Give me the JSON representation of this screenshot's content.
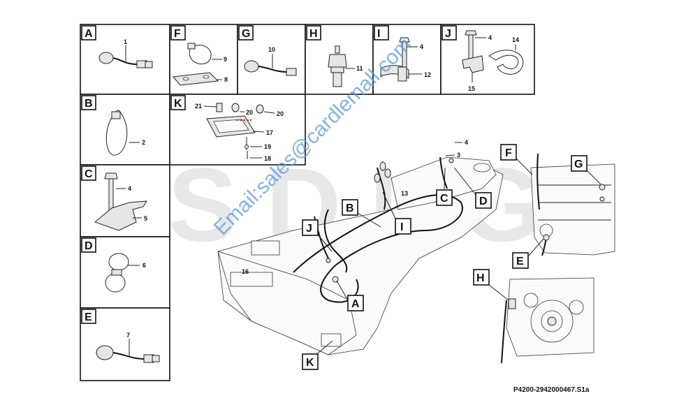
{
  "brand_watermark": "SDLG",
  "watermark_text": "Email:sales@cardlemall.com",
  "footer_code": "P4200-2942000467.S1a",
  "panels": [
    {
      "letter": "A",
      "labels": [
        "1"
      ]
    },
    {
      "letter": "F",
      "labels": [
        "9",
        "8"
      ]
    },
    {
      "letter": "G",
      "labels": [
        "10"
      ]
    },
    {
      "letter": "H",
      "labels": [
        "11"
      ]
    },
    {
      "letter": "I",
      "labels": [
        "4",
        "12"
      ]
    },
    {
      "letter": "J",
      "labels": [
        "4",
        "14",
        "15"
      ]
    },
    {
      "letter": "B",
      "labels": [
        "2"
      ]
    },
    {
      "letter": "K",
      "labels": [
        "21",
        "20",
        "20",
        "17",
        "19",
        "18"
      ]
    },
    {
      "letter": "C",
      "labels": [
        "4",
        "5"
      ]
    },
    {
      "letter": "D",
      "labels": [
        "6"
      ]
    },
    {
      "letter": "E",
      "labels": [
        "7"
      ]
    }
  ],
  "main_callouts": [
    "J",
    "B",
    "I",
    "C",
    "D",
    "A",
    "K"
  ],
  "main_numbers": [
    "4",
    "3",
    "13",
    "16"
  ],
  "detail_callouts": [
    "F",
    "G",
    "E",
    "H"
  ],
  "colors": {
    "line": "#111111",
    "watermark": "#5b9bd5",
    "brand": "#e8e8e8"
  }
}
